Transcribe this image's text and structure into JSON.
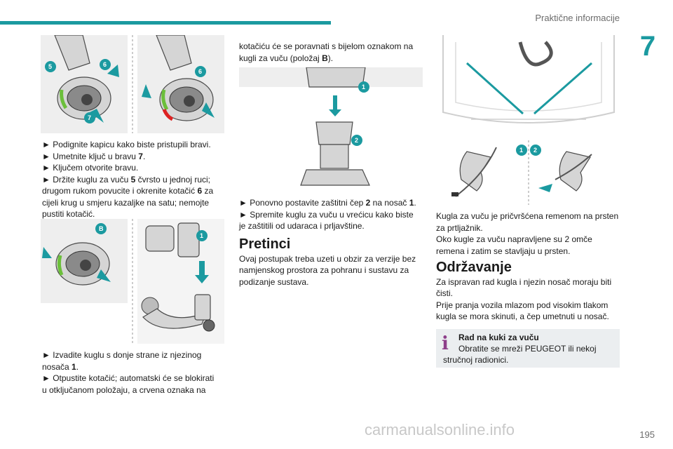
{
  "header": {
    "section": "Praktične informacije",
    "chapter": "7"
  },
  "col1": {
    "fig1_badges": [
      "5",
      "6",
      "7",
      "6"
    ],
    "steps": [
      "► Podignite kapicu kako biste pristupili bravi.",
      "► Umetnite ključ u bravu ",
      "► Ključem otvorite bravu.",
      "► Držite kuglu za vuču ",
      "drugom rukom povucite i okrenite kotačić ",
      "cijeli krug u smjeru kazaljke na satu; nemojte",
      "pustiti kotačić."
    ],
    "b7": "7",
    "b5": "5",
    "t5b": " čvrsto u jednoj ruci;",
    "b6": "6",
    "t6b": " za",
    "dot": ".",
    "fig2_badges": [
      "B",
      "1"
    ],
    "steps2": {
      "l1": "► Izvadite kuglu s donje strane iz njezinog",
      "l2a": "nosača ",
      "l2b": "1",
      "l2c": ".",
      "l3": "► Otpustite kotačić; automatski će se blokirati",
      "l4": "u otključanom položaju, a crvena oznaka na"
    }
  },
  "col2": {
    "l1": "kotačiću će se poravnati s bijelom oznakom na",
    "l2a": "kugli za vuču (položaj ",
    "l2b": "B",
    "l2c": ").",
    "fig_badges": [
      "1",
      "2"
    ],
    "r1a": "► Ponovno postavite zaštitni čep ",
    "r1b": "2",
    "r1c": " na nosač ",
    "r1d": "1",
    "r1e": ".",
    "r2": "► Spremite kuglu za vuču u vrećicu kako biste",
    "r3": "je zaštitili od udaraca i prljavštine.",
    "heading": "Pretinci",
    "p1": "Ovaj postupak treba uzeti u obzir za verzije bez",
    "p2": "namjenskog prostora za pohranu i sustavu za",
    "p3": "podizanje sustava."
  },
  "col3": {
    "fig_badges": [
      "1",
      "2"
    ],
    "p1": "Kugla za vuču je pričvršćena remenom na prsten",
    "p2": "za prtljažnik.",
    "p3": "Oko kugle za vuču napravljene su 2 omče",
    "p4": "remena i zatim se stavljaju u prsten.",
    "heading": "Održavanje",
    "m1": "Za ispravan rad kugla i njezin nosač moraju biti",
    "m2": "čisti.",
    "m3": "Prije pranja vozila mlazom pod visokim tlakom",
    "m4": "kugla se mora skinuti, a čep umetnuti u nosač.",
    "note_title": "Rad na kuki za vuču",
    "note_body": "Obratite se mreži PEUGEOT ili nekoj stručnoj radionici.",
    "note_icon": "i"
  },
  "footer": {
    "page": "195",
    "watermark": "carmanualsonline.info"
  }
}
